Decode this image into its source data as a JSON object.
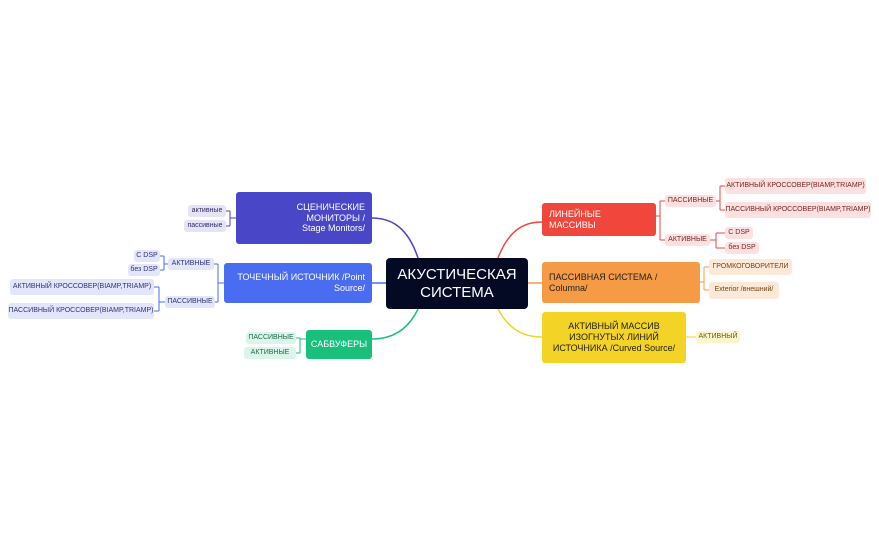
{
  "root": {
    "label": "АКУСТИЧЕСКАЯ\nСИСТЕМА"
  },
  "branches": {
    "monitors": {
      "label": "СЦЕНИЧЕСКИЕ\nМОНИТОРЫ                    /\nStage Monitors/",
      "color": "#4a46c8",
      "children": [
        "активные",
        "пассивные"
      ]
    },
    "point_source": {
      "label": "ТОЧЕЧНЫЙ ИСТОЧНИК /Point\nSource/",
      "color": "#4a6cf0",
      "active": {
        "label": "АКТИВНЫЕ",
        "children": [
          "С DSP",
          "без DSP"
        ]
      },
      "passive": {
        "label": "ПАССИВНЫЕ",
        "children": [
          "АКТИВНЫЙ КРОССОВЕР(BIAMP,TRIAMP)",
          "ПАССИВНЫЙ КРОССОВЕР(BIAMP,TRIAMP)"
        ]
      }
    },
    "subwoofers": {
      "label": "САБВУФЕРЫ",
      "color": "#19c07c",
      "children": [
        "ПАССИВНЫЕ",
        "АКТИВНЫЕ"
      ]
    },
    "line_arrays": {
      "label": "ЛИНЕЙНЫЕ МАССИВЫ",
      "color": "#f0463c",
      "passive": {
        "label": "ПАССИВНЫЕ",
        "children": [
          "АКТИВНЫЙ КРОССОВЕР(BIAMP,TRIAMP)",
          "ПАССИВНЫЙ КРОССОВЕР(BIAMP,TRIAMP)"
        ]
      },
      "active": {
        "label": "АКТИВНЫЕ",
        "children": [
          "С DSP",
          "без DSP"
        ]
      }
    },
    "passive_system": {
      "label": "ПАССИВНАЯ СИСТЕМА               /\nColumna/",
      "color": "#f59b45",
      "children": [
        "ГРОМКОГОВОРИТЕЛИ",
        "Exterior /внешний/"
      ]
    },
    "curved_source": {
      "label": "АКТИВНЫЙ МАССИВ\nИЗОГНУТЫХ ЛИНИЙ\nИСТОЧНИКА /Curved Source/",
      "color": "#f3d325",
      "children": [
        "АКТИВНЫЙ"
      ]
    }
  }
}
